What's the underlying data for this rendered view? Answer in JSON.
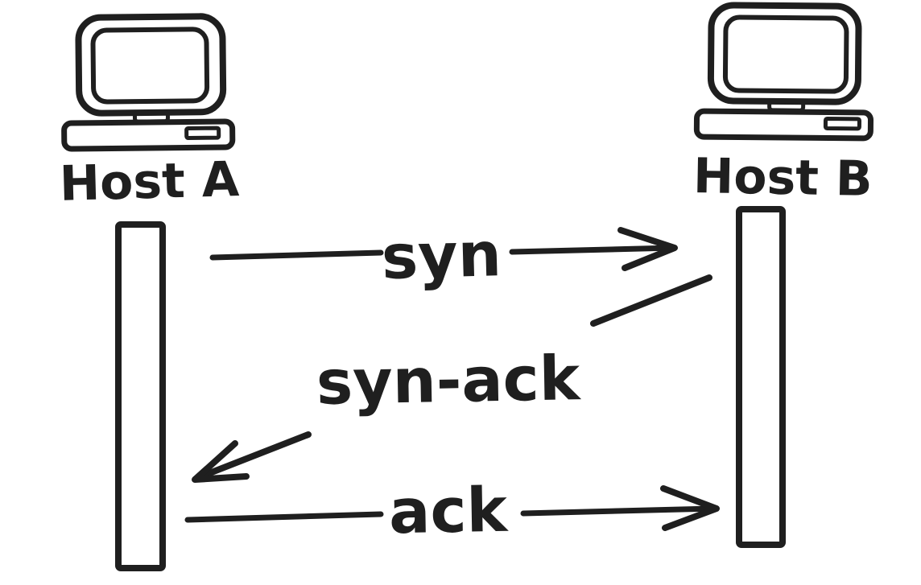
{
  "diagram": {
    "type": "sequence-diagram",
    "style": "hand-drawn",
    "colors": {
      "ink": "#1f1f1f",
      "background": "#ffffff"
    },
    "hosts": [
      {
        "label": "Host A",
        "icon": "computer-icon",
        "side": "left"
      },
      {
        "label": "Host B",
        "icon": "computer-icon",
        "side": "right"
      }
    ],
    "messages": [
      {
        "label": "syn",
        "from": "Host A",
        "to": "Host B",
        "direction": "right"
      },
      {
        "label": "syn-ack",
        "from": "Host B",
        "to": "Host A",
        "direction": "left"
      },
      {
        "label": "ack",
        "from": "Host A",
        "to": "Host B",
        "direction": "right"
      }
    ]
  }
}
